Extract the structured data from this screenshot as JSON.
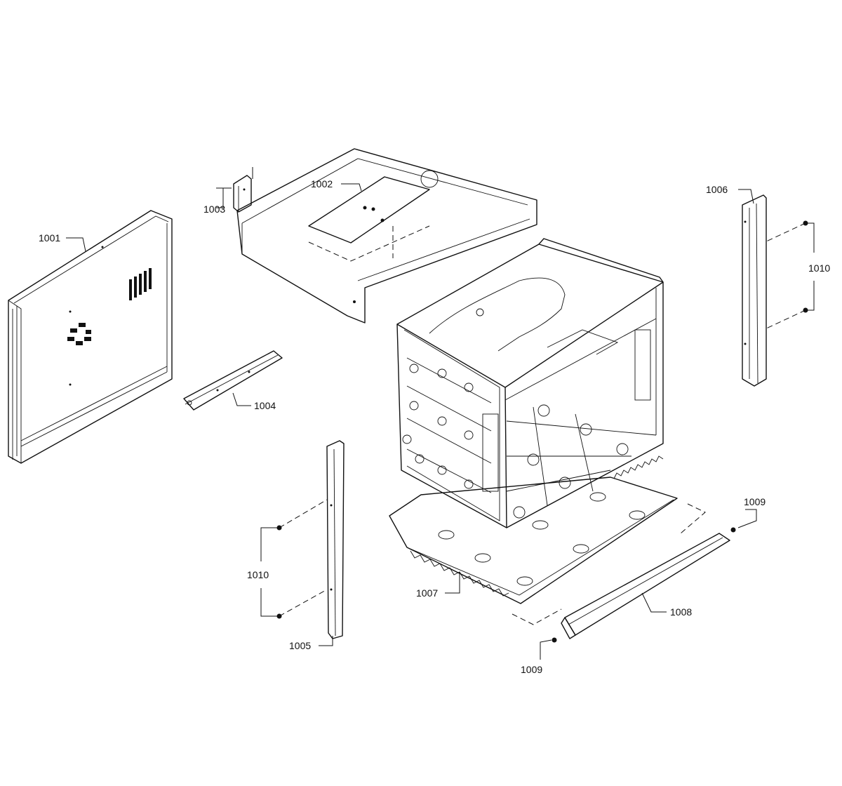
{
  "callouts": {
    "c1001": "1001",
    "c1002": "1002",
    "c1003": "1003",
    "c1004": "1004",
    "c1005": "1005",
    "c1006": "1006",
    "c1007": "1007",
    "c1008": "1008",
    "c1009_top": "1009",
    "c1009_bottom": "1009",
    "c1010_right": "1010",
    "c1010_left": "1010"
  }
}
